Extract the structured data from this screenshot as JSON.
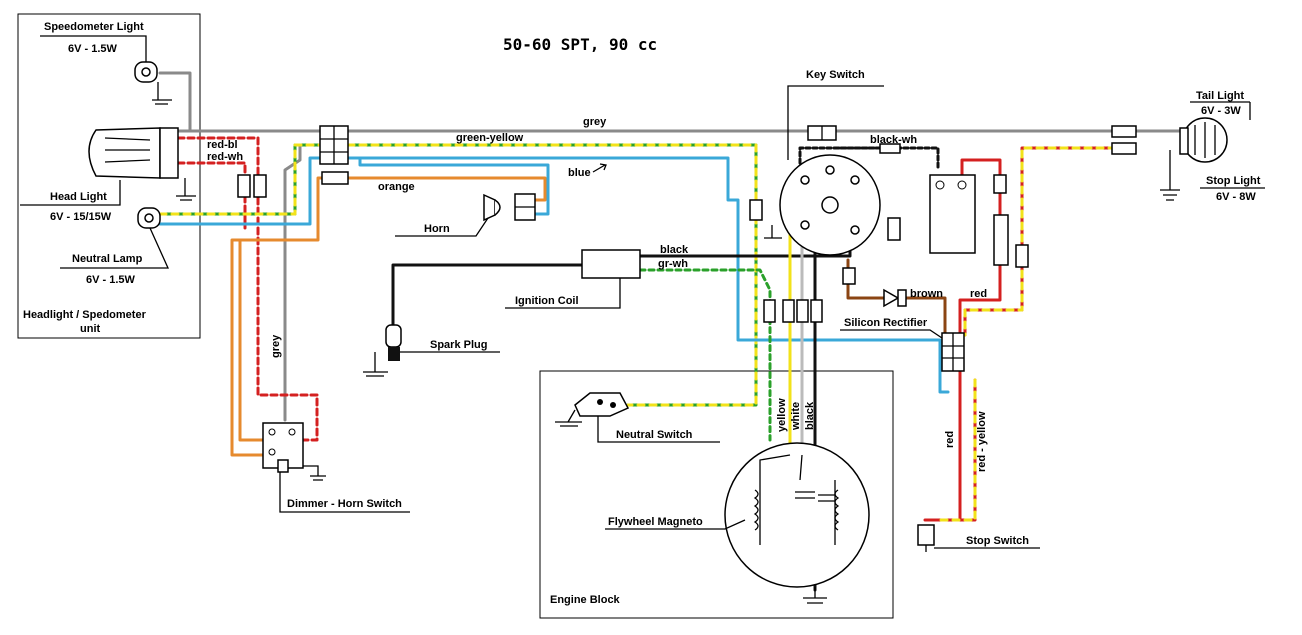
{
  "title": "50-60 SPT, 90 cc",
  "components": {
    "speedo_light": {
      "name": "Speedometer Light",
      "spec": "6V - 1.5W"
    },
    "head_light": {
      "name": "Head Light",
      "spec": "6V - 15/15W"
    },
    "neutral_lamp": {
      "name": "Neutral Lamp",
      "spec": "6V - 1.5W"
    },
    "headlight_unit": {
      "name_line1": "Headlight / Spedometer",
      "name_line2": "unit"
    },
    "horn": {
      "name": "Horn"
    },
    "ignition_coil": {
      "name": "Ignition Coil"
    },
    "spark_plug": {
      "name": "Spark Plug"
    },
    "key_switch": {
      "name": "Key Switch"
    },
    "tail_light": {
      "name": "Tail Light",
      "spec": "6V - 3W"
    },
    "stop_light": {
      "name": "Stop Light",
      "spec": "6V - 8W"
    },
    "silicon_rectifier": {
      "name": "Silicon Rectifier"
    },
    "dimmer_horn_switch": {
      "name": "Dimmer - Horn Switch"
    },
    "neutral_switch": {
      "name": "Neutral Switch"
    },
    "flywheel_magneto": {
      "name": "Flywheel Magneto"
    },
    "engine_block": {
      "name": "Engine Block"
    },
    "stop_switch": {
      "name": "Stop Switch"
    }
  },
  "wire_labels": {
    "red_bl": "red-bl",
    "red_wh": "red-wh",
    "grey": "grey",
    "grey_vertical": "grey",
    "green_yellow": "green-yellow",
    "orange": "orange",
    "blue": "blue",
    "black_wh": "black-wh",
    "black": "black",
    "gr_wh": "gr-wh",
    "brown": "brown",
    "red": "red",
    "red_vertical": "red",
    "red_yellow": "red - yellow",
    "yellow": "yellow",
    "white": "white",
    "black_vertical": "black"
  },
  "colors": {
    "grey": "#8a8a8a",
    "blue": "#3aa8d8",
    "yellow": "#f2e21a",
    "green": "#2aa02a",
    "orange": "#e68a2e",
    "red": "#d42020",
    "brown": "#8b4513",
    "black": "#111111"
  }
}
